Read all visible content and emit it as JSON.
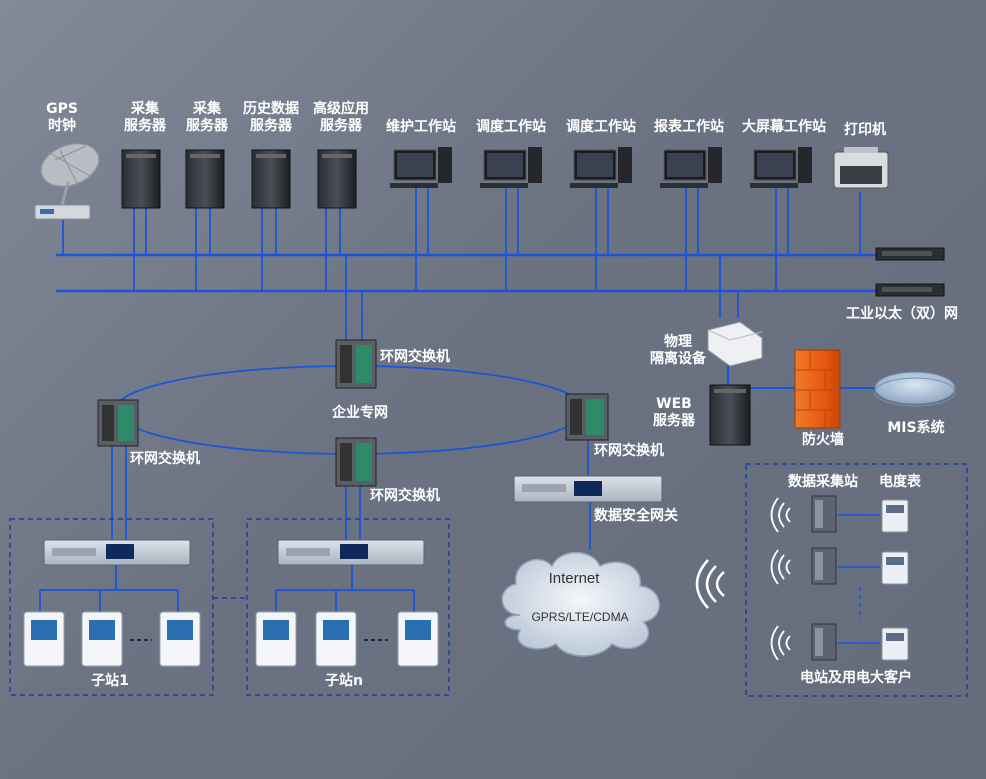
{
  "labels": {
    "gps": "GPS\n时钟",
    "collect1": "采集\n服务器",
    "collect2": "采集\n服务器",
    "history": "历史数据\n服务器",
    "advanced": "高级应用\n服务器",
    "maint": "维护工作站",
    "dispatch1": "调度工作站",
    "dispatch2": "调度工作站",
    "report": "报表工作站",
    "bigscreen": "大屏幕工作站",
    "printer": "打印机",
    "ethernet": "工业以太（双）网",
    "isolation": "物理\n隔离设备",
    "web": "WEB\n服务器",
    "firewall": "防火墙",
    "mis": "MIS系统",
    "ring_top": "环网交换机",
    "ring_left": "环网交换机",
    "ring_center": "环网交换机",
    "ring_right": "环网交换机",
    "enterprise_net": "企业专网",
    "gateway": "数据安全网关",
    "internet": "Internet",
    "gprs": "GPRS/LTE/CDMA",
    "substation1": "子站1",
    "substationn": "子站n",
    "collect_station": "数据采集站",
    "meter": "电度表",
    "customers": "电站及用电大客户"
  },
  "colors": {
    "link": "#1a55d8",
    "ring": "#1a55d8",
    "dashed_box": "#1f3f9a",
    "label": "#ffffff"
  },
  "icons": [
    "satellite-dish-icon",
    "tower-server-icon",
    "desktop-workstation-icon",
    "printer-icon",
    "rack-switch-icon",
    "ring-switch-icon",
    "isolation-device-icon",
    "firewall-icon",
    "mis-disc-icon",
    "rack-unit-icon",
    "terminal-unit-icon",
    "cloud-icon",
    "wifi-wave-icon",
    "meter-icon"
  ]
}
